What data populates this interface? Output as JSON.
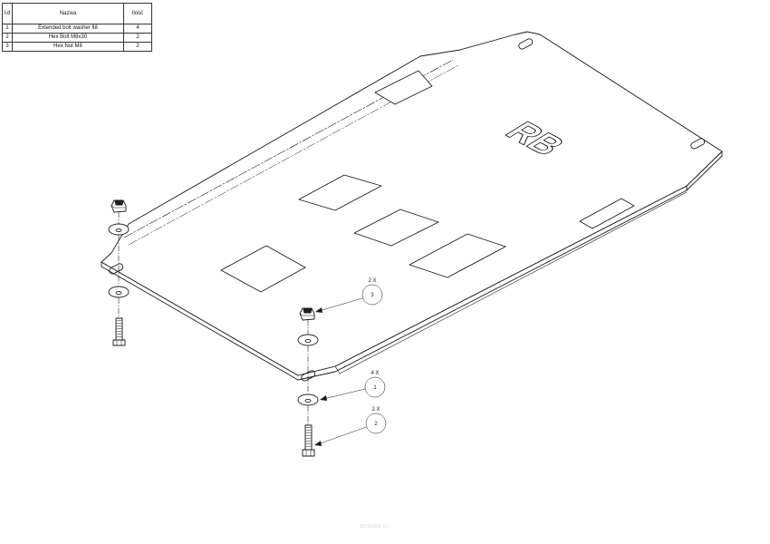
{
  "bom": {
    "headers": {
      "id": "l-d",
      "name": "Nazwa",
      "qty": "Ilość"
    },
    "rows": [
      {
        "id": "1",
        "name": "Extended bolt washer fi8",
        "qty": "4"
      },
      {
        "id": "2",
        "name": "Hex Bolt M8x30",
        "qty": "2"
      },
      {
        "id": "3",
        "name": "Hex Nut M8",
        "qty": "2"
      }
    ]
  },
  "callouts": [
    {
      "number": "3",
      "count": "2 X"
    },
    {
      "number": "1",
      "count": "4 X"
    },
    {
      "number": "2",
      "count": "2 X"
    }
  ],
  "plate_logo": "RB",
  "watermark": "SCHEMAT 1/1"
}
